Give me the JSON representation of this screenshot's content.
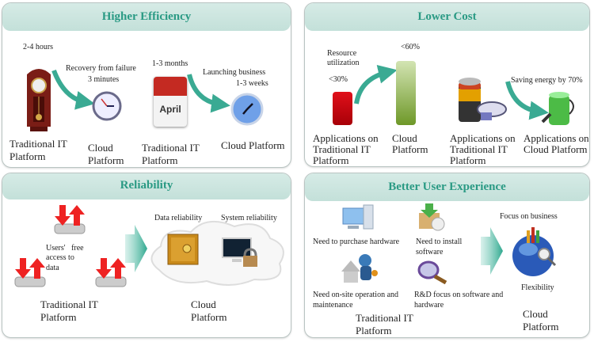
{
  "efficiency": {
    "title": "Higher Efficiency",
    "t1": "2-4 hours",
    "t2": "Recovery from failure",
    "t3": "3 minutes",
    "t4": "1-3 months",
    "t5": "Launching business",
    "t6": "1-3 weeks",
    "cal": "April",
    "l1a": "Traditional IT",
    "l1b": "Platform",
    "l2a": "Cloud",
    "l2b": "Platform",
    "l3a": "Traditional IT",
    "l3b": "Platform",
    "l4": "Cloud Platform"
  },
  "cost": {
    "title": "Lower Cost",
    "r1": "Resource",
    "r2": "utilization",
    "p30": "<30%",
    "p60": "<60%",
    "save": "Saving energy by 70%",
    "l1a": "Applications on",
    "l1b": "Traditional IT",
    "l1c": "Platform",
    "l2a": "Cloud",
    "l2b": "Platform",
    "l3a": "Applications on",
    "l3b": "Traditional IT",
    "l3c": "Platform",
    "l4a": "Applications on",
    "l4b": "Cloud Platform",
    "colors": {
      "traditional": "#d0000a",
      "cloud": "#7ea434"
    }
  },
  "reliability": {
    "title": "Reliability",
    "u1": "Users'   free",
    "u2": "access to",
    "u3": "data",
    "data": "Data reliability",
    "system": "System reliability",
    "l1a": "Traditional IT",
    "l1b": "Platform",
    "l2a": "Cloud",
    "l2b": "Platform"
  },
  "ux": {
    "title": "Better User Experience",
    "n1": "Need to purchase hardware",
    "n2a": "Need to install",
    "n2b": "software",
    "n3a": "Need on-site operation and",
    "n3b": "maintenance",
    "n4a": "R&D focus on software and",
    "n4b": "hardware",
    "l1a": "Traditional IT",
    "l1b": "Platform",
    "focus": "Focus on business",
    "flex": "Flexibility",
    "l2a": "Cloud",
    "l2b": "Platform"
  }
}
